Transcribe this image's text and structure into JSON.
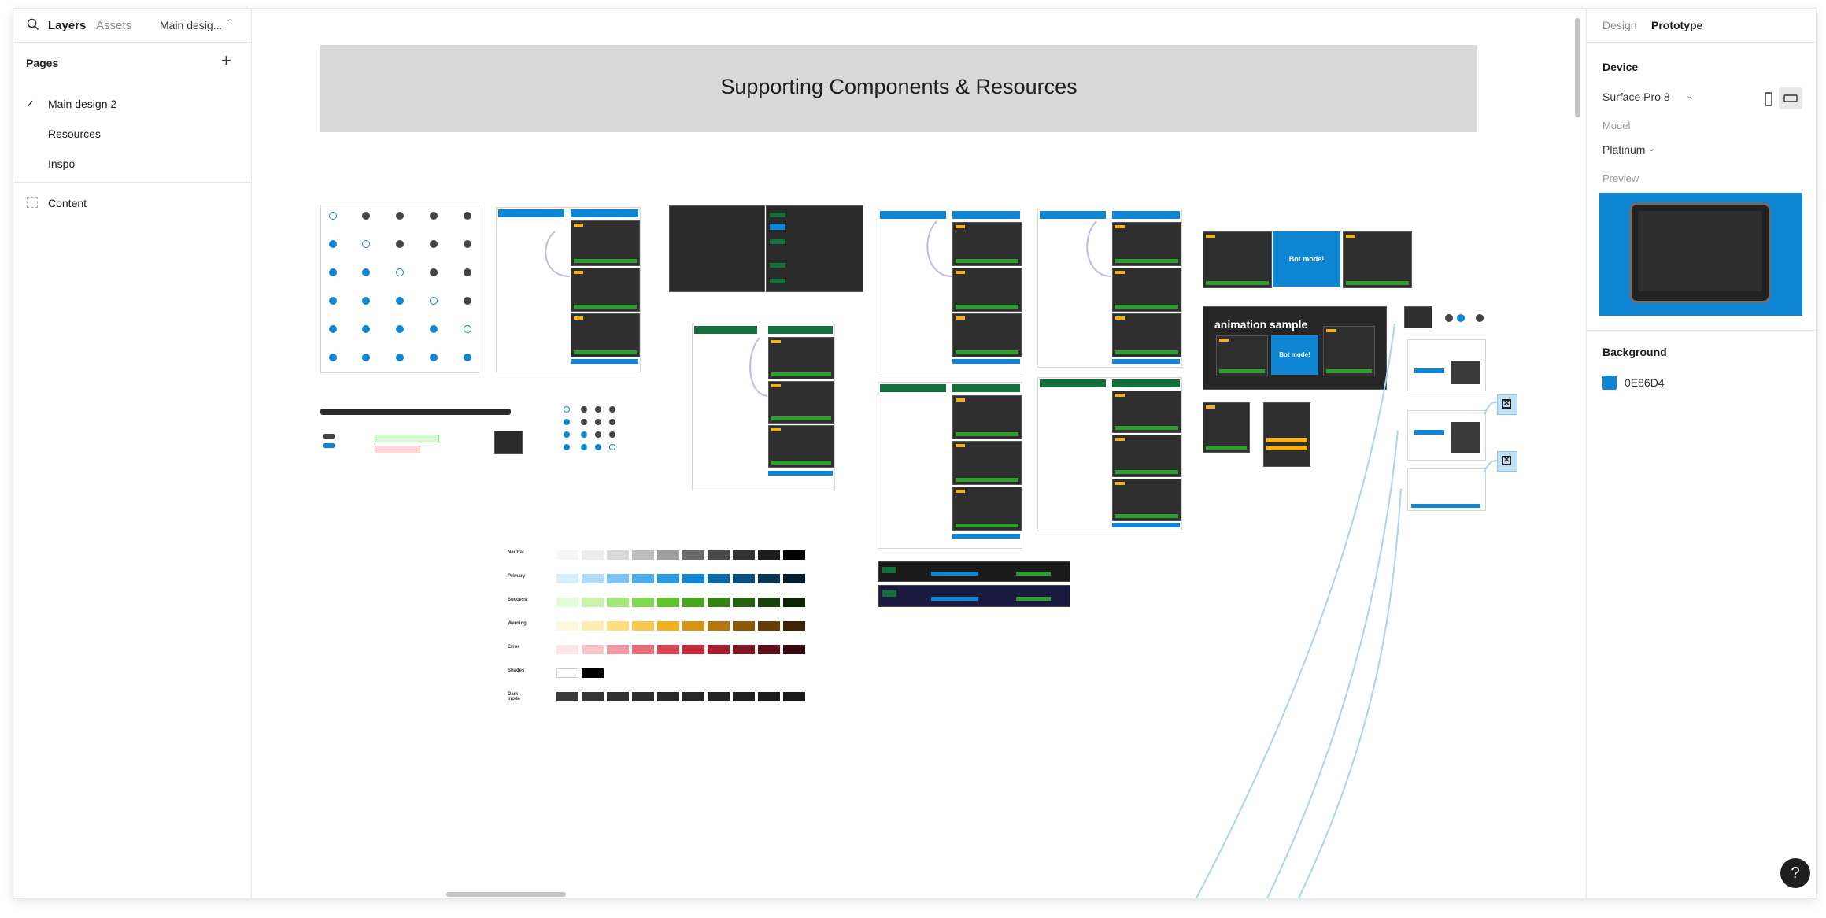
{
  "left_panel": {
    "tabs": {
      "layers": "Layers",
      "assets": "Assets",
      "page_selector": "Main desig..."
    },
    "pages_heading": "Pages",
    "pages": [
      {
        "label": "Main design 2",
        "checked": true
      },
      {
        "label": "Resources",
        "checked": false
      },
      {
        "label": "Inspo",
        "checked": false
      }
    ],
    "layers": [
      {
        "label": "Content"
      }
    ]
  },
  "right_panel": {
    "tabs": {
      "design": "Design",
      "prototype": "Prototype"
    },
    "device_heading": "Device",
    "device_value": "Surface Pro 8",
    "model_label": "Model",
    "model_value": "Platinum",
    "preview_label": "Preview",
    "background_heading": "Background",
    "background_hex": "0E86D4",
    "background_color": "#0e86d4"
  },
  "canvas": {
    "title": "Supporting Components & Resources",
    "animation_label": "animation sample",
    "bot_mode_label": "Bot mode!",
    "bot_mode_label_2": "Bot mode!",
    "palette_rows": [
      "Neutral",
      "Primary",
      "Success",
      "Warning",
      "Error",
      "Shades",
      "Dark mode"
    ]
  },
  "help_button": "?"
}
